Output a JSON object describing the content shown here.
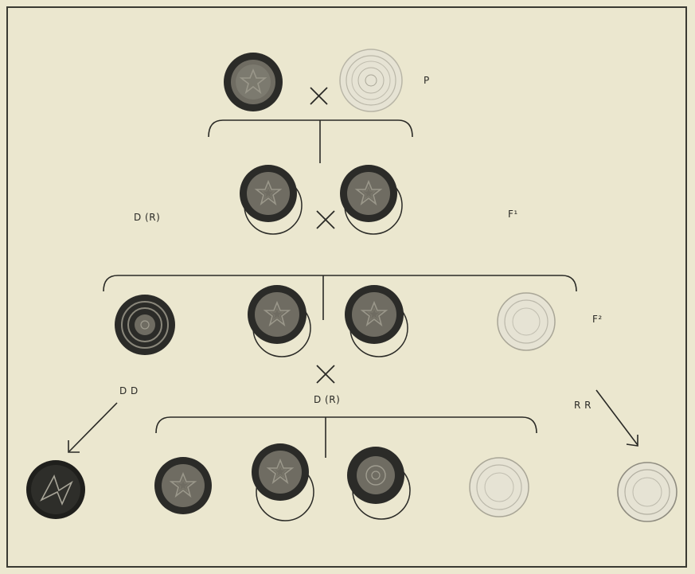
{
  "labels": {
    "p": "P",
    "f1": "F¹",
    "f2": "F²",
    "d_r_left": "D (R)",
    "d_r_mid": "D (R)",
    "dd": "D D",
    "rr": "R R"
  },
  "cross_symbol": "×",
  "colors": {
    "background": "#ebe7cf",
    "ink": "#2a2a26",
    "dark_disc": "#2b2b28",
    "light_disc": "#e6e3d4"
  },
  "icons": {
    "dark": "dark-star-disc-icon",
    "light": "light-ringed-disc-icon",
    "banded": "dark-banded-disc-icon"
  }
}
